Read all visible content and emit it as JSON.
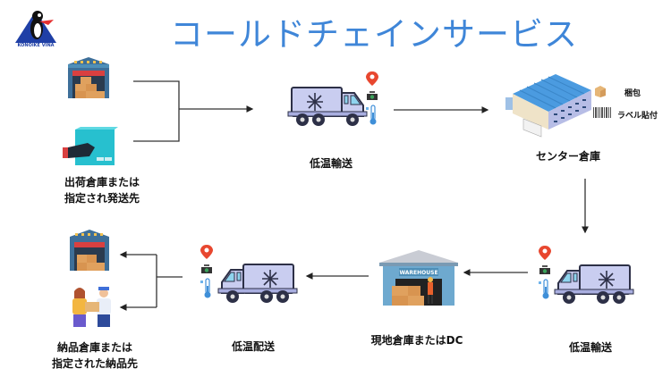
{
  "header": {
    "title": "コールドチェインサービス",
    "logo_text": "KONOIKE VINA"
  },
  "nodes": {
    "origin": {
      "line1": "出荷倉庫または",
      "line2": "指定され発送先"
    },
    "transport1": {
      "label": "低温輸送"
    },
    "center": {
      "label": "センター倉庫",
      "services": [
        "梱包",
        "ラベル貼付"
      ]
    },
    "transport2": {
      "label": "低温輸送"
    },
    "local_dc": {
      "label": "現地倉庫またはDC",
      "sign": "WAREHOUSE"
    },
    "delivery": {
      "label": "低温配送"
    },
    "destination": {
      "line1": "納品倉庫または",
      "line2": "指定された納品先"
    }
  },
  "colors": {
    "title": "#3f86d8",
    "truck_body": "#c9cdf0",
    "truck_outline": "#2d3047",
    "pin": "#e8472f",
    "thermo": "#3f8fd8",
    "roof": "#4b9be0",
    "warehouse_wall": "#4e8fb8",
    "box": "#e0a15e"
  }
}
